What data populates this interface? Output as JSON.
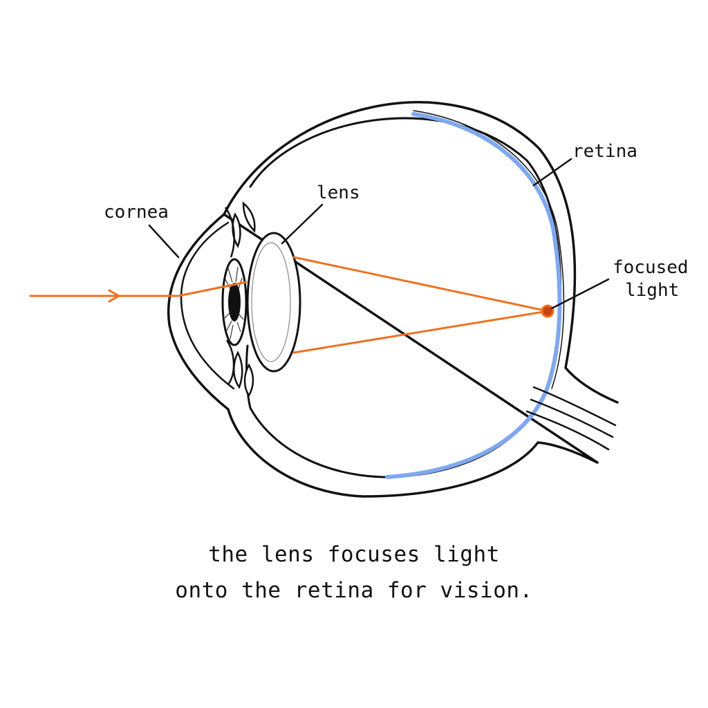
{
  "labels": {
    "cornea": "cornea",
    "lens": "lens",
    "retina": "retina",
    "focused_line1": "focused",
    "focused_line2": "light"
  },
  "caption": {
    "line1": "the lens focuses light",
    "line2": "onto the retina for vision."
  },
  "colors": {
    "outline": "#111111",
    "light_ray": "#f07020",
    "retina": "#7fa8ee",
    "focal_point": "#c8420c",
    "background": "#ffffff"
  }
}
